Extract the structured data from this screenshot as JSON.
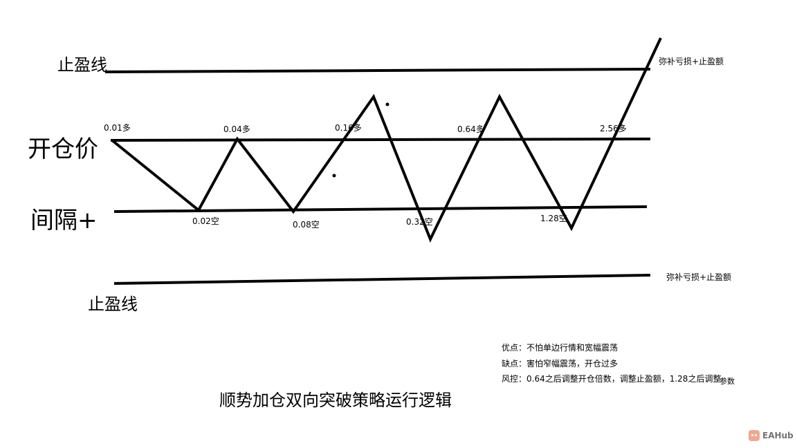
{
  "labels": {
    "take_profit_top": "止盈线",
    "open_price": "开仓价",
    "interval": "间隔+",
    "take_profit_bottom": "止盈线",
    "compensate_top": "弥补亏损+止盈额",
    "compensate_bottom": "弥补亏损+止盈额"
  },
  "points": [
    {
      "id": "p1",
      "text": "0.01多"
    },
    {
      "id": "p2",
      "text": "0.02空"
    },
    {
      "id": "p3",
      "text": "0.04多"
    },
    {
      "id": "p4",
      "text": "0.08空"
    },
    {
      "id": "p5",
      "text": "0.16多"
    },
    {
      "id": "p6",
      "text": "0.32空"
    },
    {
      "id": "p7",
      "text": "0.64多"
    },
    {
      "id": "p8",
      "text": "1.28空"
    },
    {
      "id": "p9",
      "text": "2.56多"
    }
  ],
  "notes": {
    "pros": "优点：不怕单边行情和宽幅震荡",
    "cons": "缺点：害怕窄幅震荡，开仓过多",
    "risk": "风控：0.64之后调整开仓倍数，调整止盈额，1.28之后调整",
    "risk_suffix": "参数"
  },
  "caption": "顺势加仓双向突破策略运行逻辑",
  "watermark": "EAHub"
}
